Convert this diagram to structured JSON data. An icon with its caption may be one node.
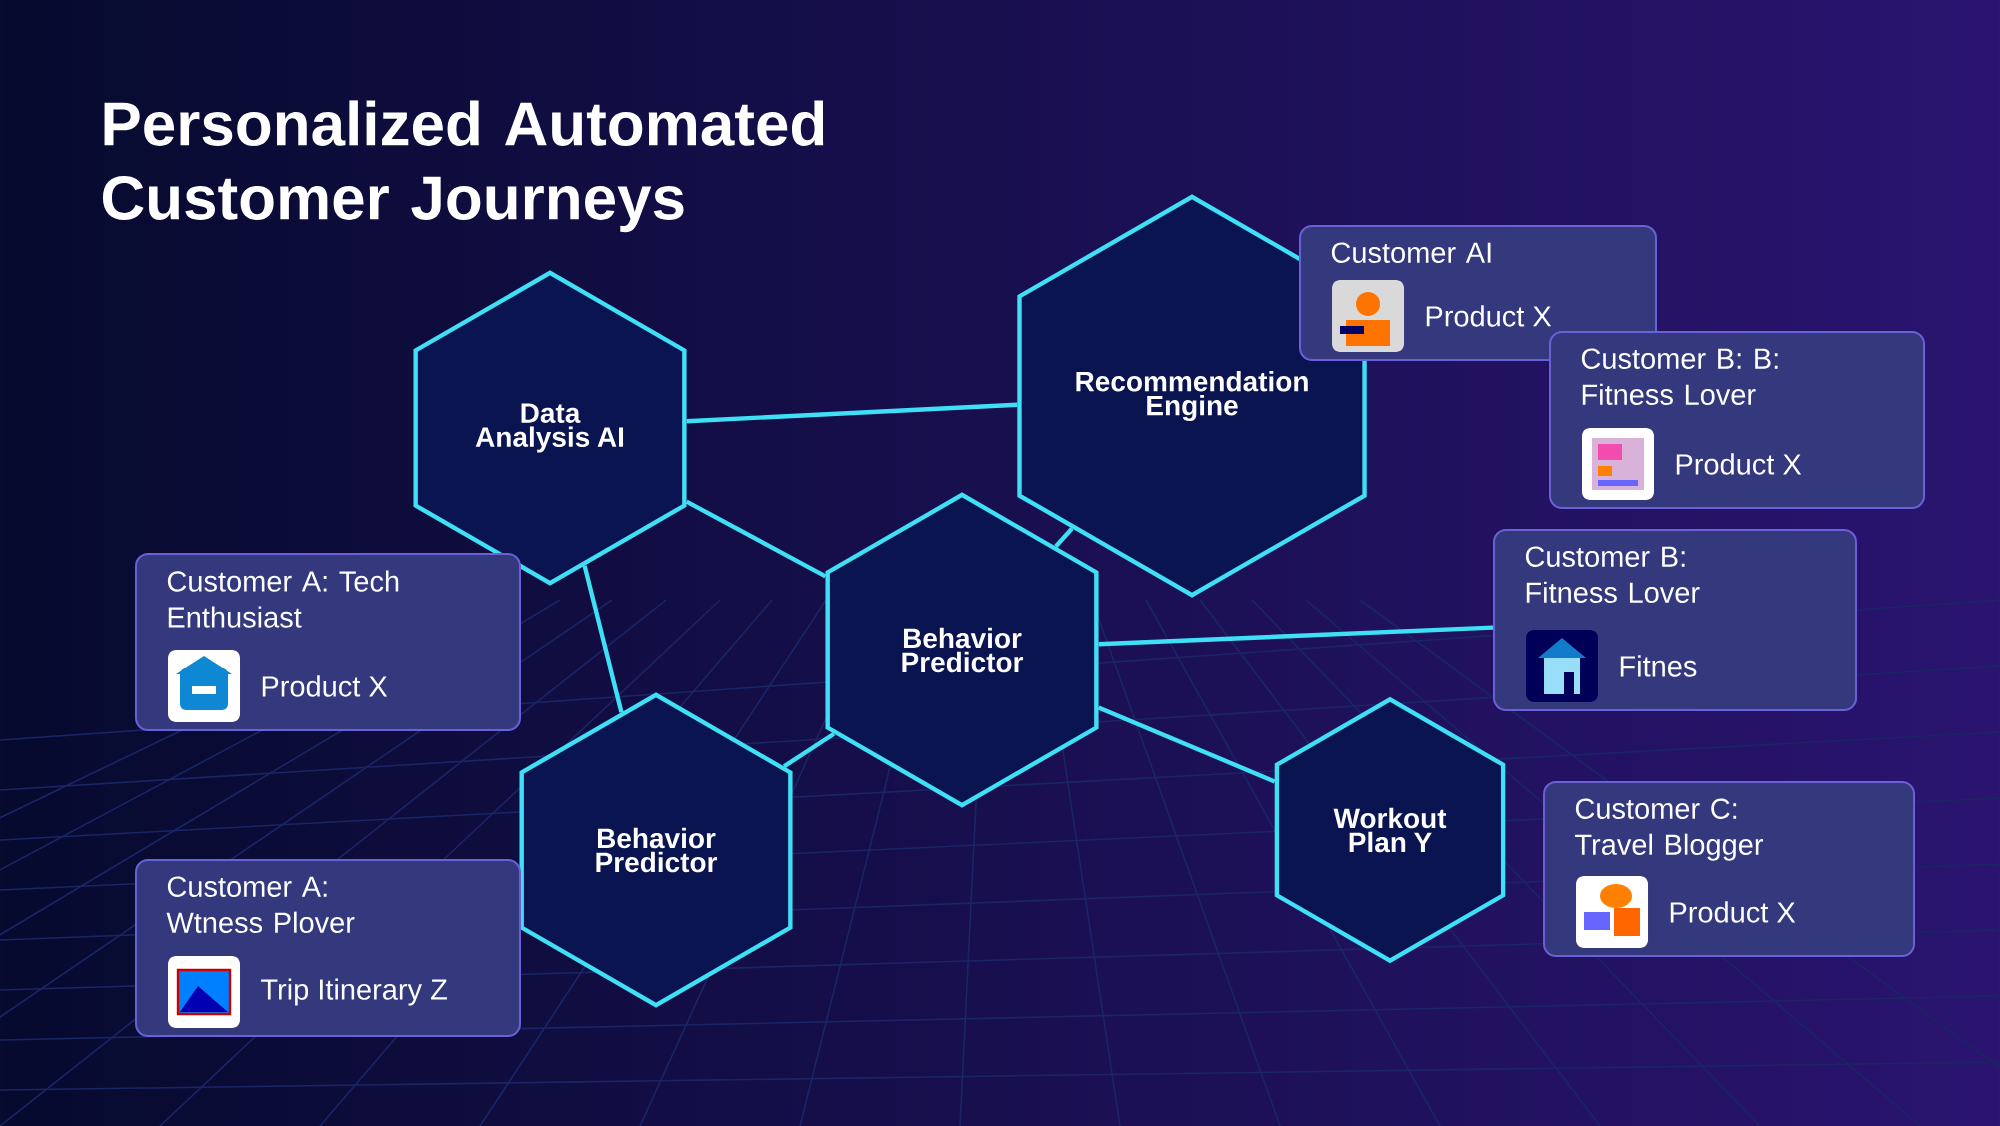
{
  "diagram": {
    "title": "Personalized Automated Customer Journeys",
    "nodes": [
      {
        "text": [
          "Data Analysis AI"
        ]
      },
      {
        "text": [
          "Recommendation Engine"
        ]
      },
      {
        "text": [
          "Behavior Predictor"
        ]
      },
      {
        "text": [
          "Behavior Predictor"
        ]
      },
      {
        "text": [
          "Workout Plan Y"
        ]
      },
      {
        "text": [
          "Customer A: Tech Enthusiast",
          "Product X"
        ]
      },
      {
        "text": [
          "Customer A: Wtness Plover",
          "Trip Itinerary Z"
        ]
      },
      {
        "text": [
          "Customer AI",
          "Product X"
        ]
      },
      {
        "text": [
          "Customer B: B: Fitness Lover",
          "Product X"
        ]
      },
      {
        "text": [
          "Customer B: Fitness Lover",
          "Fitnes"
        ]
      },
      {
        "text": [
          "Customer C: Travel Blogger",
          "Product X"
        ]
      }
    ],
    "edges": [
      {
        "from": 0,
        "to": 1,
        "arrow": "none"
      },
      {
        "from": 0,
        "to": 2,
        "arrow": "none"
      },
      {
        "from": 0,
        "to": 3,
        "arrow": "none"
      },
      {
        "from": 1,
        "to": 2,
        "arrow": "none"
      },
      {
        "from": 2,
        "to": 3,
        "arrow": "none"
      },
      {
        "from": 2,
        "to": 9,
        "arrow": "none"
      },
      {
        "from": 2,
        "to": 4,
        "arrow": "none"
      }
    ]
  }
}
